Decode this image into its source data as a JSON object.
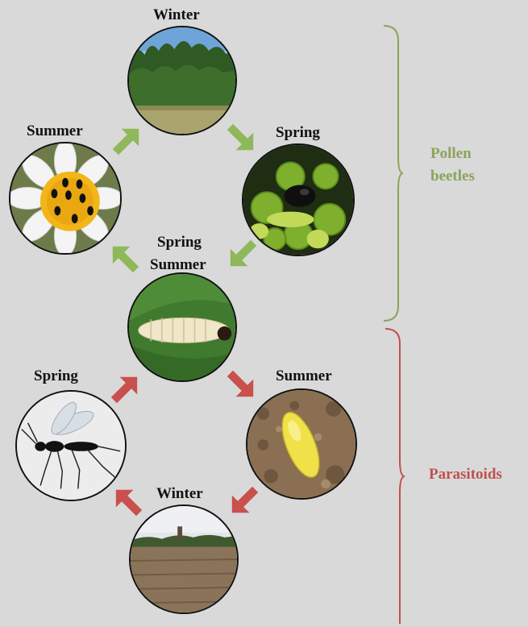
{
  "labels": {
    "winter_top": "Winter",
    "summer_left": "Summer",
    "spring_right": "Spring",
    "spring_center": "Spring",
    "summer_center": "Summer",
    "spring_left": "Spring",
    "summer_right": "Summer",
    "winter_bottom": "Winter"
  },
  "groups": {
    "pollen_line1": "Pollen",
    "pollen_line2": "beetles",
    "parasitoids": "Parasitoids"
  },
  "colors": {
    "background": "#d9d9d9",
    "pollen": "#8aa35a",
    "green_arrow": "#8fb85a",
    "parasitoid": "#c0504d",
    "red_arrow": "#c9504d"
  },
  "images": [
    "forest-scene",
    "flower-with-beetles",
    "beetle-on-buds",
    "larva-on-leaf",
    "wasp",
    "pupa-in-soil",
    "plowed-field"
  ]
}
